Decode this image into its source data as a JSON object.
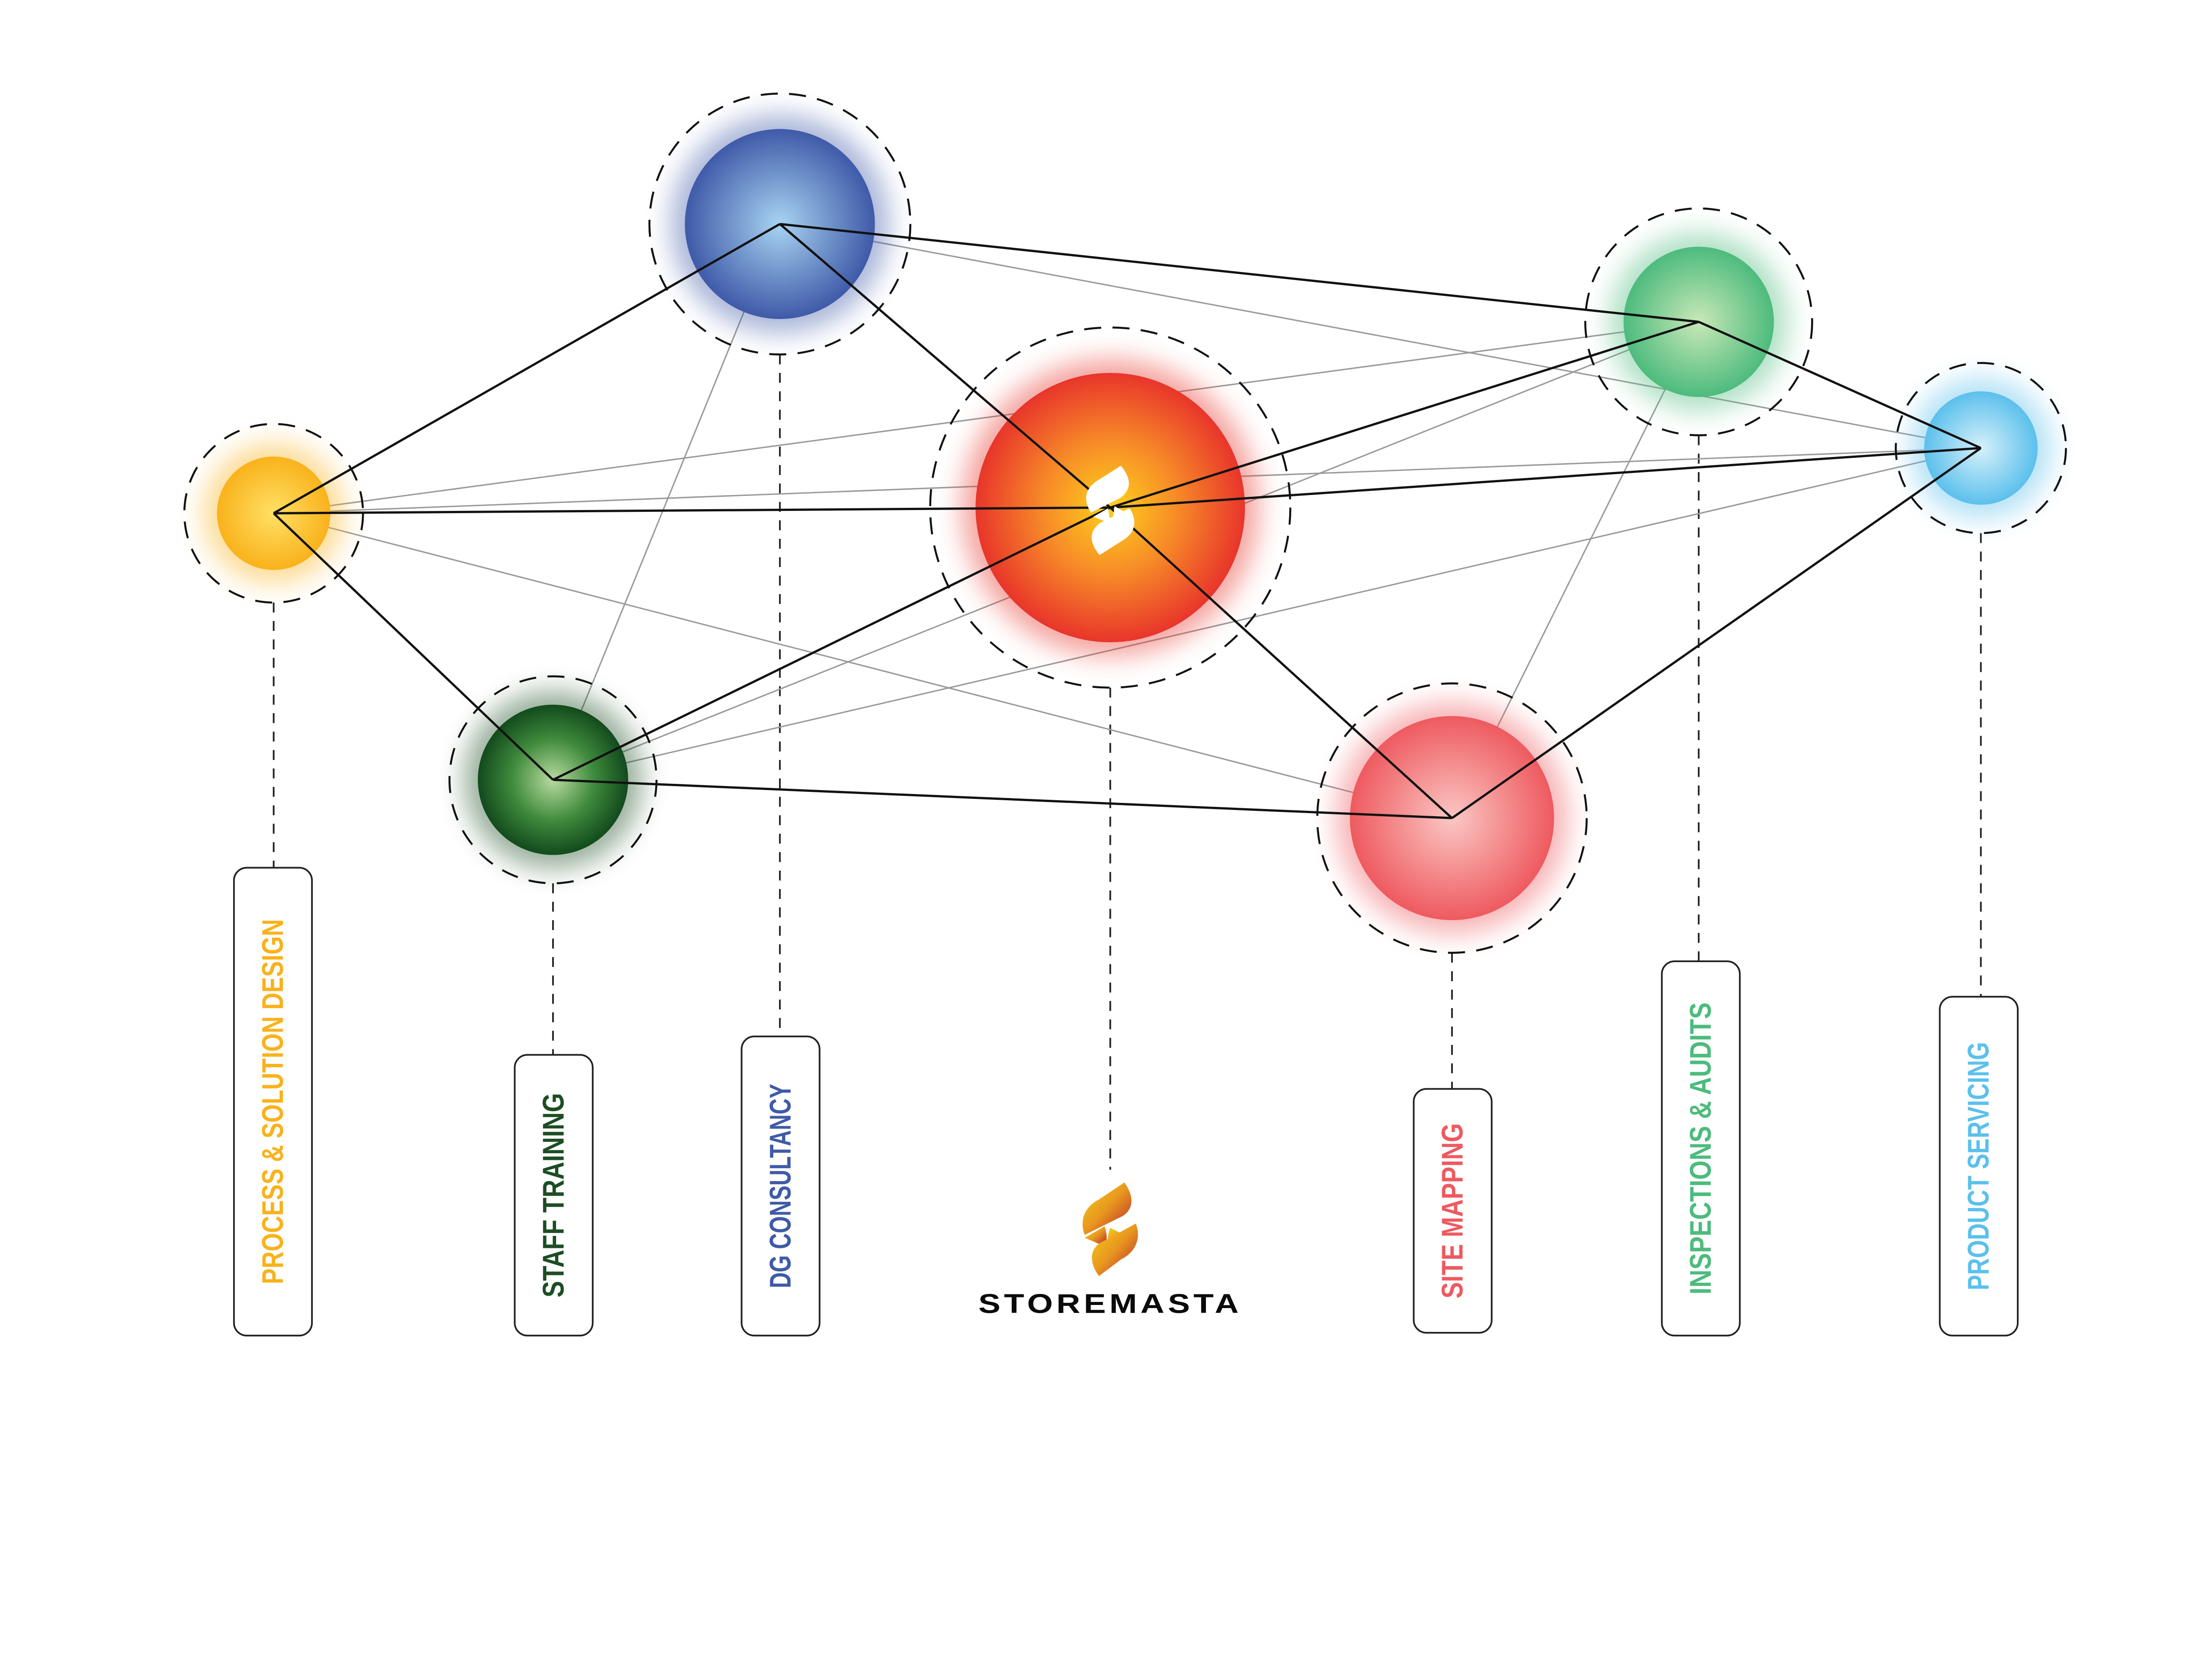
{
  "nodes": [
    {
      "id": "process",
      "label": "PROCESS & SOLUTION DESIGN",
      "color": "#f9b21b"
    },
    {
      "id": "staff",
      "label": "STAFF TRAINING",
      "color": "#1d4d24"
    },
    {
      "id": "dg",
      "label": "DG CONSULTANCY",
      "color": "#3f5aa8"
    },
    {
      "id": "center",
      "label": "",
      "color": "#e8352b"
    },
    {
      "id": "site",
      "label": "SITE MAPPING",
      "color": "#ee5a5f"
    },
    {
      "id": "inspections",
      "label": "INSPECTIONS & AUDITS",
      "color": "#4dbb7d"
    },
    {
      "id": "product",
      "label": "PRODUCT SERVICING",
      "color": "#5bc0ec"
    }
  ],
  "brand": {
    "name": "STOREMASTA",
    "icon": "storemasta-flame-logo-icon"
  },
  "edges_primary": [
    [
      "dg",
      "process"
    ],
    [
      "dg",
      "center"
    ],
    [
      "dg",
      "inspections"
    ],
    [
      "process",
      "center"
    ],
    [
      "process",
      "staff"
    ],
    [
      "staff",
      "center"
    ],
    [
      "staff",
      "site"
    ],
    [
      "center",
      "site"
    ],
    [
      "center",
      "product"
    ],
    [
      "center",
      "inspections"
    ],
    [
      "inspections",
      "product"
    ],
    [
      "site",
      "product"
    ]
  ],
  "edges_secondary": [
    [
      "dg",
      "staff"
    ],
    [
      "dg",
      "product"
    ],
    [
      "process",
      "inspections"
    ],
    [
      "process",
      "product"
    ],
    [
      "process",
      "site"
    ],
    [
      "staff",
      "inspections"
    ],
    [
      "site",
      "inspections"
    ],
    [
      "staff",
      "product"
    ],
    [
      "process",
      "dg"
    ],
    [
      "center",
      "dg"
    ]
  ]
}
